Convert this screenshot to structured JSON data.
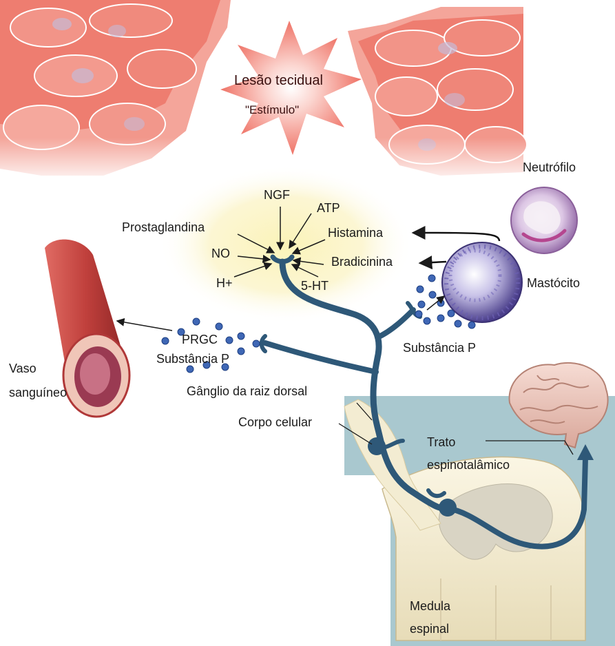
{
  "labels": {
    "lesao": "Lesão tecidual",
    "estimulo": "\"Estímulo\"",
    "neutrofilo": "Neutrófilo",
    "ngf": "NGF",
    "atp": "ATP",
    "prostaglandina": "Prostaglandina",
    "histamina": "Histamina",
    "no": "NO",
    "bradicinina": "Bradicinina",
    "h_plus": "H+",
    "ht5": "5-HT",
    "mastocito": "Mastócito",
    "prgc": "PRGC",
    "substancia_p_left": "Substância P",
    "substancia_p_right": "Substância P",
    "vaso": "Vaso",
    "sanguineo": "sanguíneo",
    "ganglio": "Gânglio da raiz dorsal",
    "corpo": "Corpo celular",
    "trato": "Trato",
    "espinotalamico": "espinotalâmico",
    "medula": "Medula",
    "espinal": "espinal"
  },
  "colors": {
    "nerve": "#2e5878",
    "tissue": "#e8665a",
    "spinal_bg": "#a9c8cf",
    "mast_cell": "#5c4f9a",
    "neutrophil": "#c98fb5",
    "vessel": "#b83a3a",
    "glow": "#fbf2b0"
  }
}
